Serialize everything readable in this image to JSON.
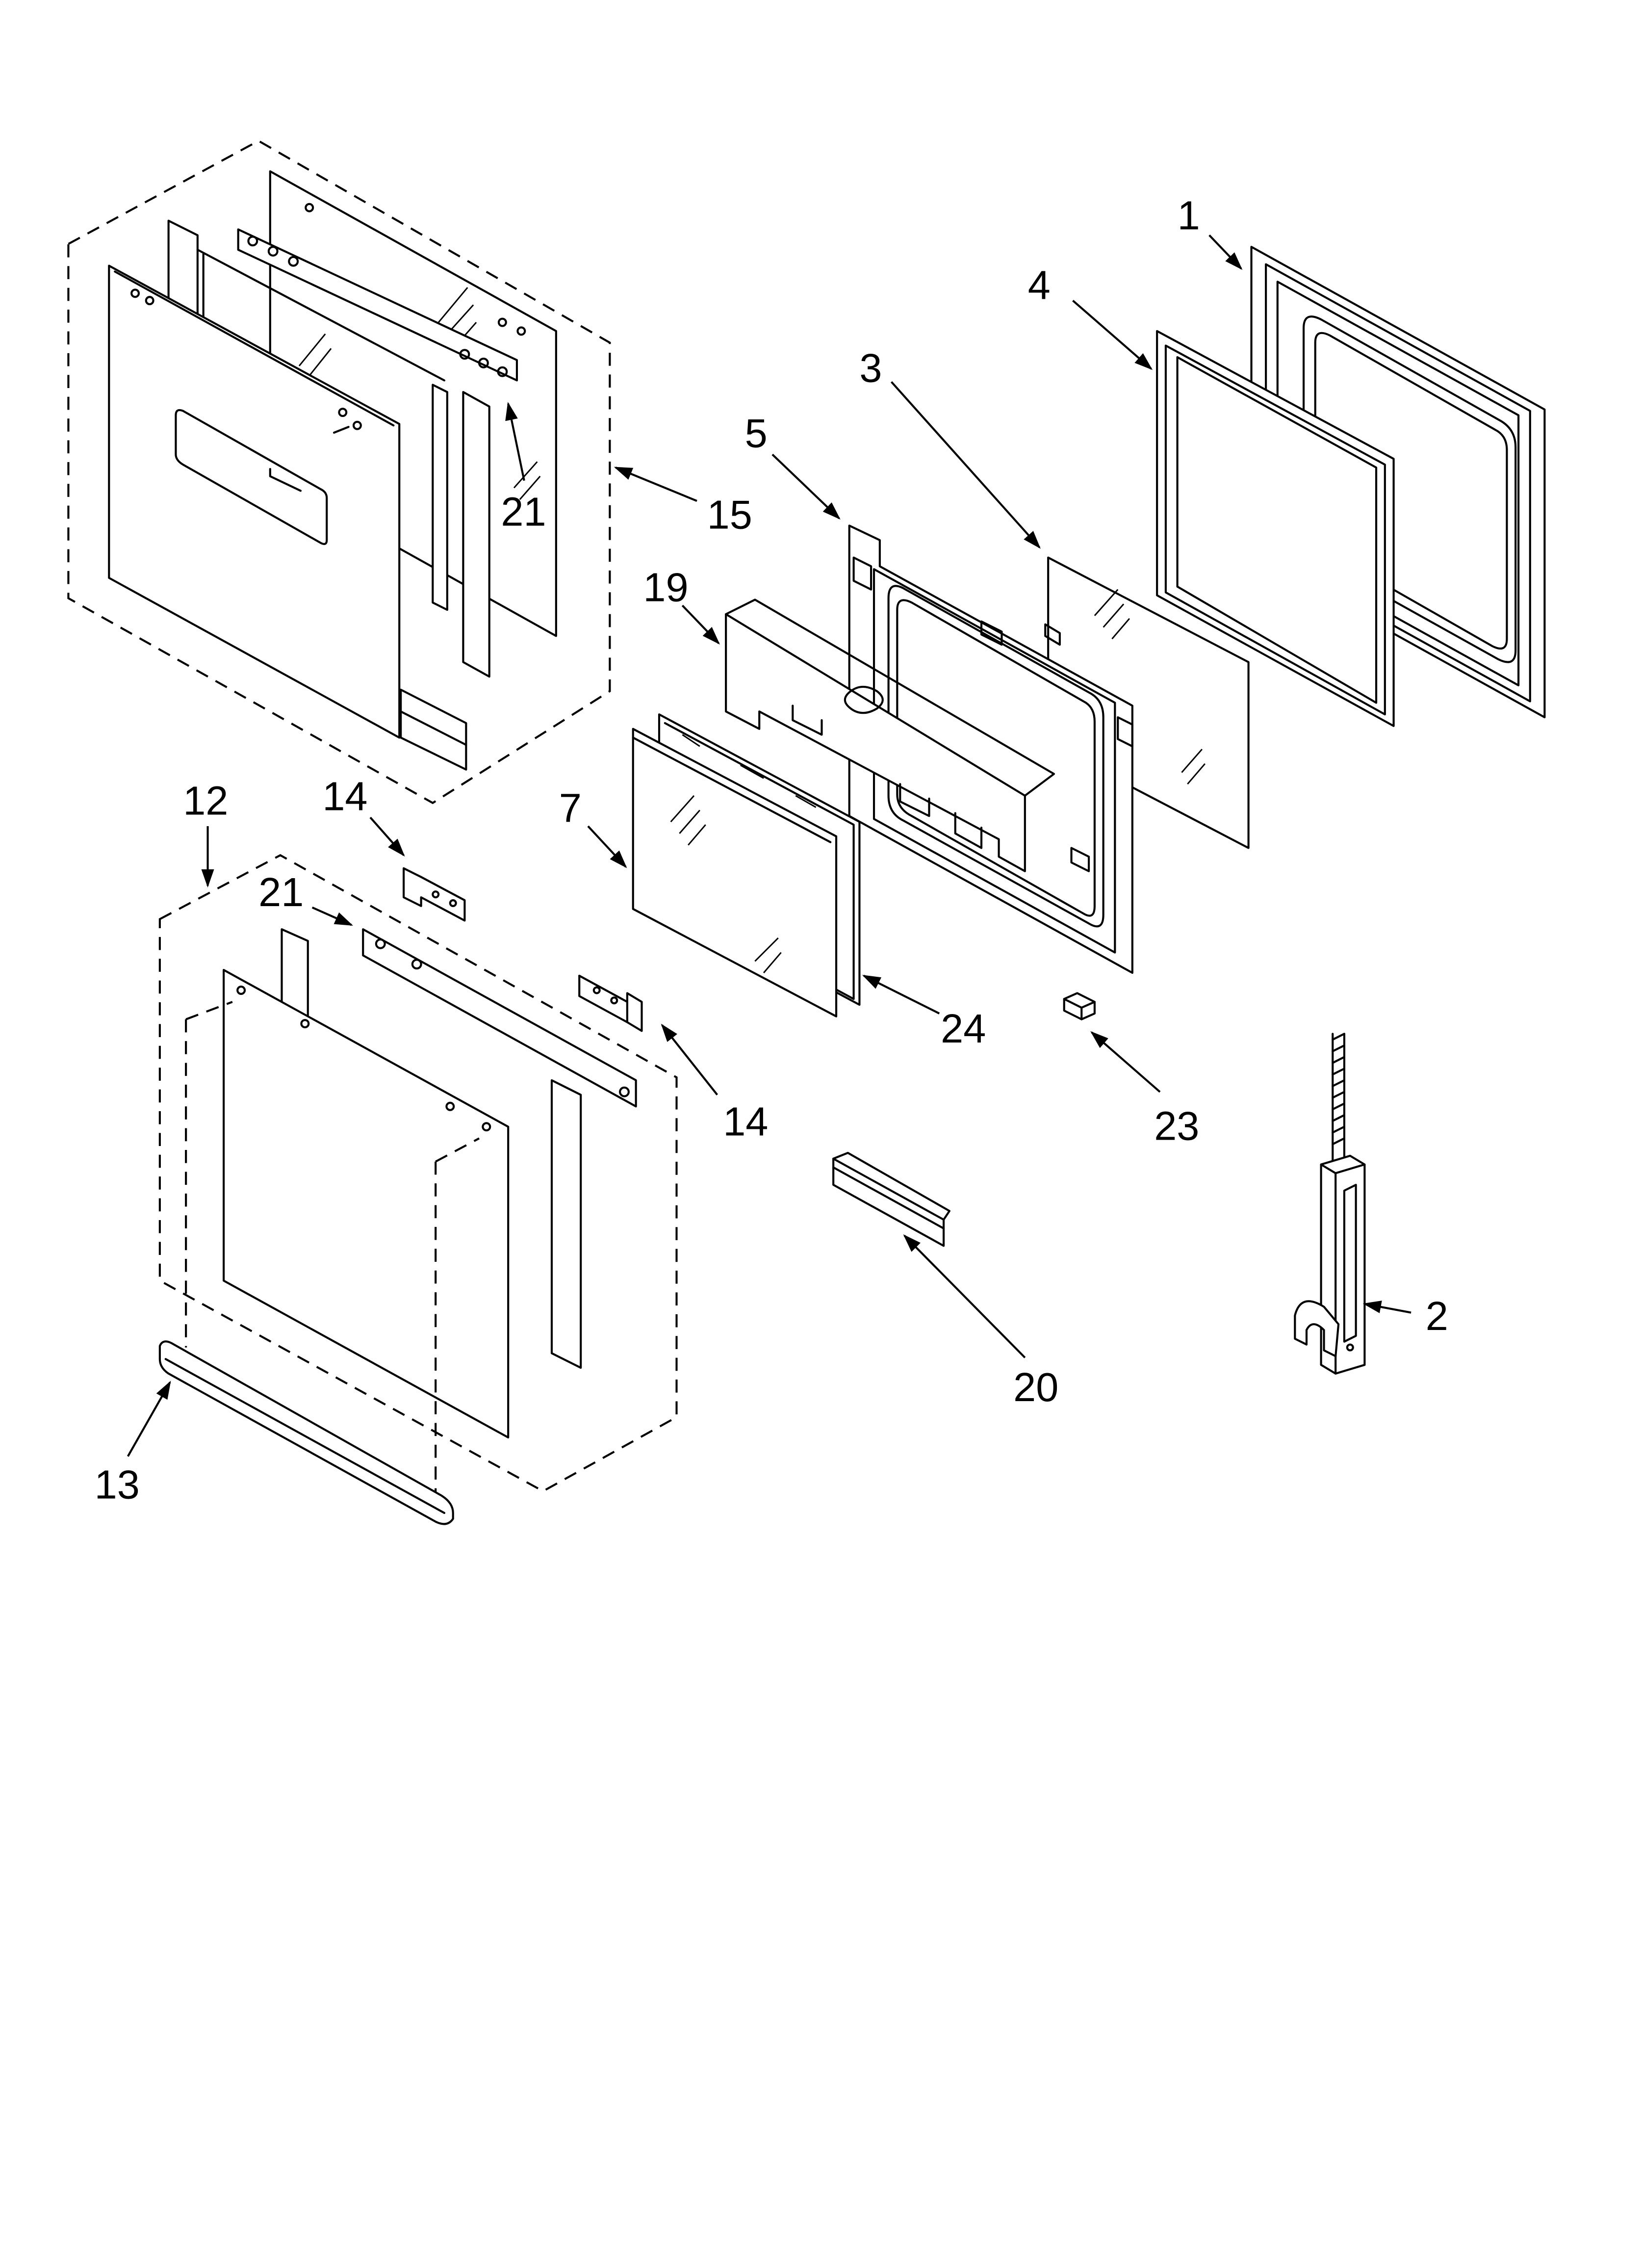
{
  "callouts": {
    "c1": "1",
    "c4": "4",
    "c3": "3",
    "c5": "5",
    "c19": "19",
    "c21a": "21",
    "c15": "15",
    "c12": "12",
    "c14a": "14",
    "c21b": "21",
    "c7": "7",
    "c24": "24",
    "c14b": "14",
    "c23": "23",
    "c2": "2",
    "c20": "20",
    "c13": "13"
  }
}
